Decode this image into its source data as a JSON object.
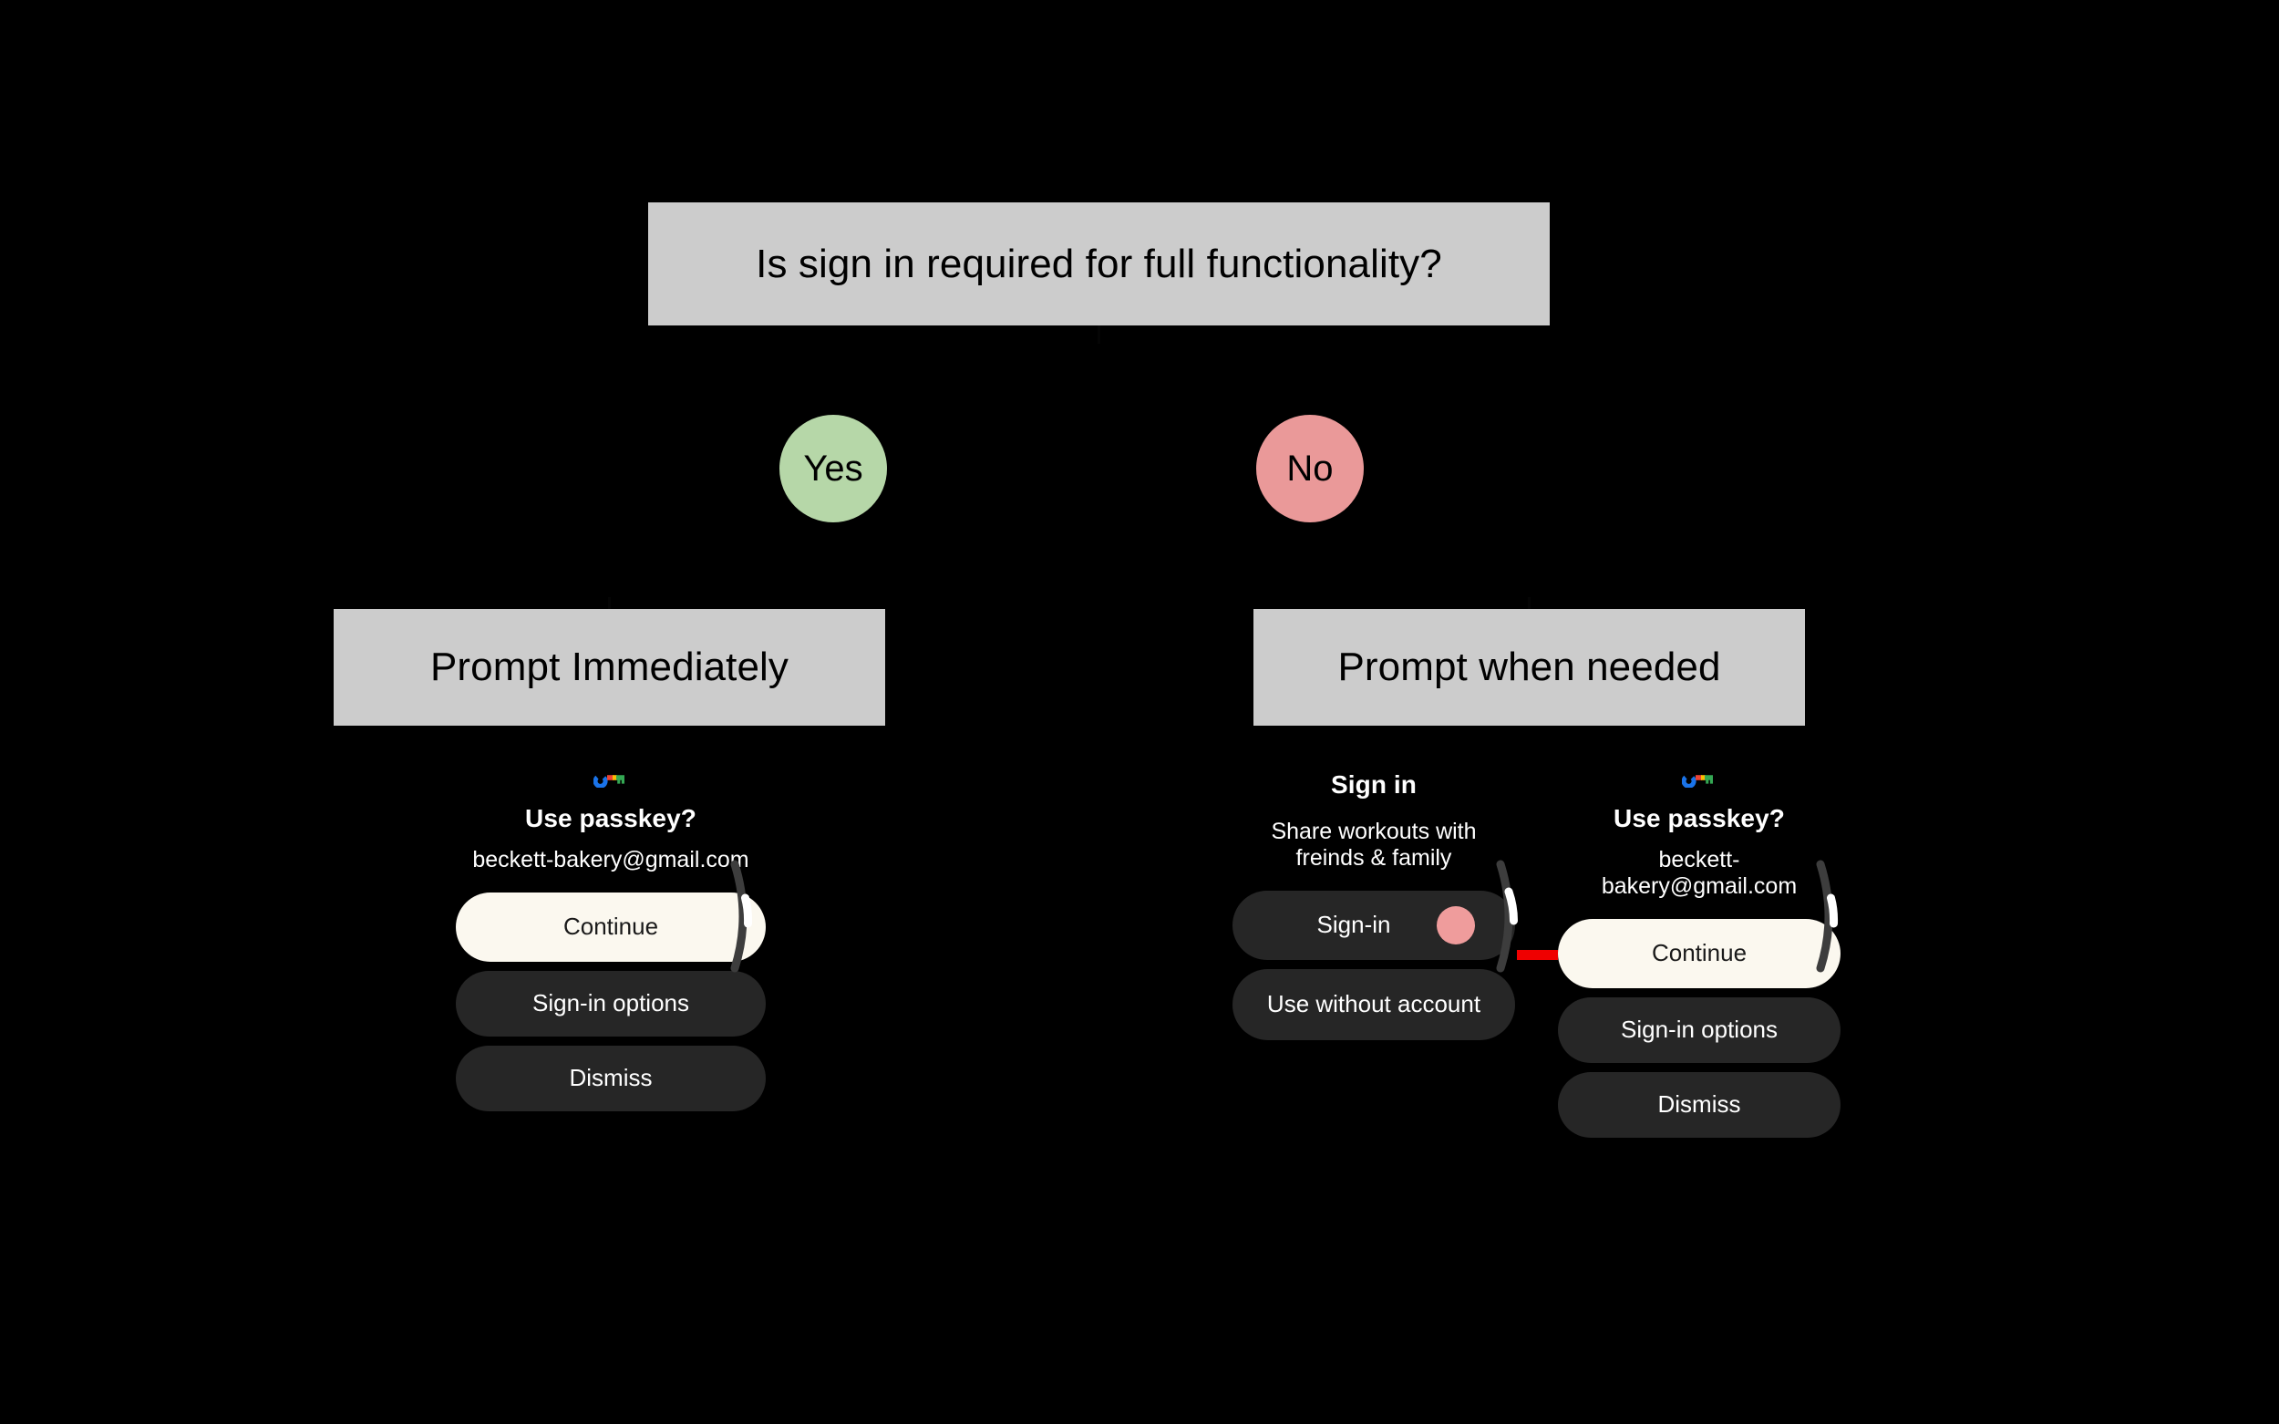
{
  "flowchart": {
    "question_box": {
      "label": "Is sign in required for full functionality?"
    },
    "branches": [
      {
        "label": "Yes",
        "color": "#b6d7a8"
      },
      {
        "label": "No",
        "color": "#ea9999"
      }
    ],
    "outcome_boxes": [
      {
        "label": "Prompt Immediately"
      },
      {
        "label": "Prompt when needed"
      }
    ]
  },
  "cards": {
    "left_passkey": {
      "icon": "google-passkey-icon",
      "title": "Use passkey?",
      "subtitle": "beckett-bakery@gmail.com",
      "buttons": [
        {
          "label": "Continue",
          "style": "primary"
        },
        {
          "label": "Sign-in options",
          "style": "secondary"
        },
        {
          "label": "Dismiss",
          "style": "secondary"
        }
      ]
    },
    "middle_signin": {
      "title": "Sign in",
      "subtitle": "Share workouts with freinds & family",
      "buttons": [
        {
          "label": "Sign-in",
          "style": "secondary",
          "dot": "#ef9c9c"
        },
        {
          "label": "Use without account",
          "style": "secondary"
        }
      ]
    },
    "right_passkey": {
      "icon": "google-passkey-icon",
      "title": "Use passkey?",
      "subtitle": "beckett-bakery@gmail.com",
      "buttons": [
        {
          "label": "Continue",
          "style": "primary"
        },
        {
          "label": "Sign-in options",
          "style": "secondary"
        },
        {
          "label": "Dismiss",
          "style": "secondary"
        }
      ]
    }
  },
  "annotations": {
    "arrow_color": "#ef0000"
  },
  "colors": {
    "background": "#000000",
    "box_fill": "#cccccc",
    "box_text": "#000000",
    "yes_fill": "#b6d7a8",
    "no_fill": "#ea9999",
    "pill_primary_fill": "#fbf8ef",
    "pill_secondary_fill": "#262626",
    "scroll_track": "#3d3d3d",
    "scroll_thumb": "#ffffff"
  }
}
